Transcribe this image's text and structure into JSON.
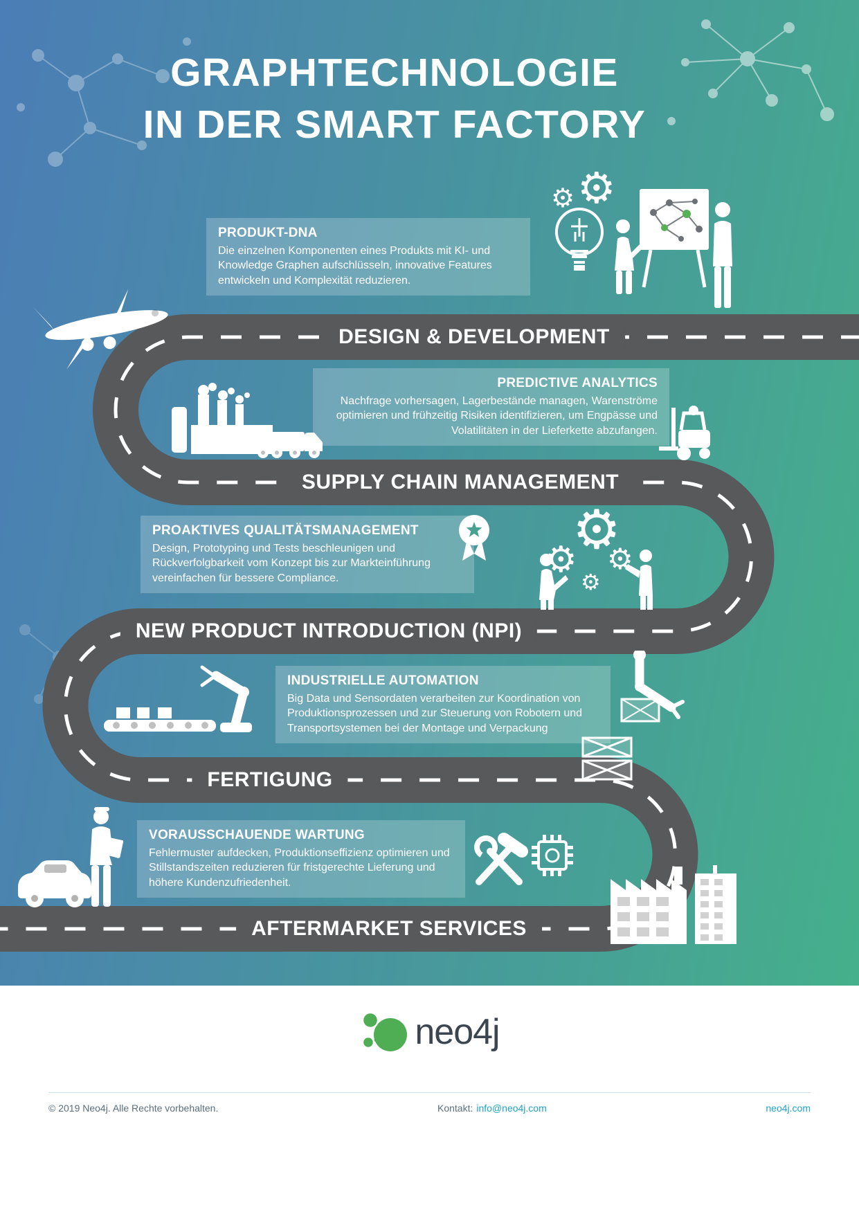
{
  "title": {
    "line1": "GRAPHTECHNOLOGIE",
    "line2": "IN DER SMART FACTORY"
  },
  "stages": [
    {
      "label": "DESIGN & DEVELOPMENT"
    },
    {
      "label": "SUPPLY CHAIN MANAGEMENT"
    },
    {
      "label": "NEW PRODUCT INTRODUCTION (NPI)"
    },
    {
      "label": "FERTIGUNG"
    },
    {
      "label": "AFTERMARKET SERVICES"
    }
  ],
  "info_boxes": [
    {
      "heading": "PRODUKT-DNA",
      "body": "Die einzelnen Komponenten eines Produkts mit KI- und Knowledge Graphen aufschlüsseln, innovative Features entwickeln und Komplexität reduzieren."
    },
    {
      "heading": "PREDICTIVE ANALYTICS",
      "body": "Nachfrage vorhersagen, Lagerbestände managen, Warenströme optimieren und frühzeitig Risiken identifizieren, um Engpässe und Volatilitäten in der Lieferkette abzufangen."
    },
    {
      "heading": "PROAKTIVES QUALITÄTSMANAGEMENT",
      "body": "Design, Prototyping und Tests beschleunigen und Rückverfolgbarkeit vom Konzept bis zur Markteinführung vereinfachen für bessere Compliance."
    },
    {
      "heading": "INDUSTRIELLE AUTOMATION",
      "body": "Big Data und Sensordaten verarbeiten zur Koordination von Produktionsprozessen und zur Steuerung von Robotern und Transportsystemen bei der Montage und Verpackung"
    },
    {
      "heading": "VORAUSSCHAUENDE WARTUNG",
      "body": "Fehlermuster aufdecken, Produktionseffizienz optimieren und Stillstandszeiten reduzieren für fristgerechte Lieferung und höhere Kundenzufriedenheit."
    }
  ],
  "glyphs": {
    "gear": "⚙"
  },
  "logo": {
    "wordmark": "neo4j"
  },
  "footer": {
    "copyright": "© 2019 Neo4j. Alle Rechte vorbehalten.",
    "contact_label": "Kontakt:",
    "contact_email": "info@neo4j.com",
    "website": "neo4j.com"
  },
  "colors": {
    "gradient_blue": "#4b7db6",
    "gradient_green": "#45b08b",
    "road": "#58595b",
    "link": "#1fa3c7",
    "logo_green": "#4fae53"
  },
  "icons": [
    "lightbulb-gears-icon",
    "whiteboard-presentation-icon",
    "airplane-icon",
    "factory-truck-icon",
    "forklift-icon",
    "quality-medal-icon",
    "gears-workers-icon",
    "robot-arm-conveyor-icon",
    "robot-gripper-icon",
    "crate-icon",
    "pallet-stack-icon",
    "mechanic-icon",
    "car-icon",
    "tools-icon",
    "chip-icon",
    "factory-buildings-icon",
    "network-decoration"
  ]
}
